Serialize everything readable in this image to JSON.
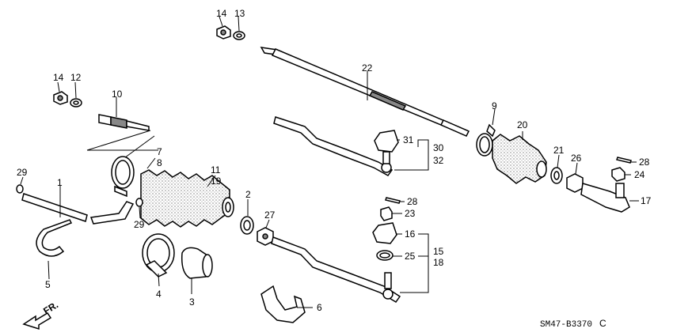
{
  "diagram_code": "SM47-B3370",
  "revision_mark": "C",
  "direction_label": "FR.",
  "part_numbers": {
    "p1": "1",
    "p2": "2",
    "p3": "3",
    "p4": "4",
    "p5": "5",
    "p6": "6",
    "p7": "7",
    "p8": "8",
    "p9": "9",
    "p10": "10",
    "p11": "11",
    "p12a": "12",
    "p13": "13",
    "p14a": "14",
    "p14b": "14",
    "p15": "15",
    "p16": "16",
    "p17": "17",
    "p18": "18",
    "p19": "19",
    "p20": "20",
    "p21": "21",
    "p22": "22",
    "p23": "23",
    "p24": "24",
    "p25": "25",
    "p26": "26",
    "p27": "27",
    "p28a": "28",
    "p28b": "28",
    "p29a": "29",
    "p29b": "29",
    "p30": "30",
    "p31": "31",
    "p32": "32"
  }
}
